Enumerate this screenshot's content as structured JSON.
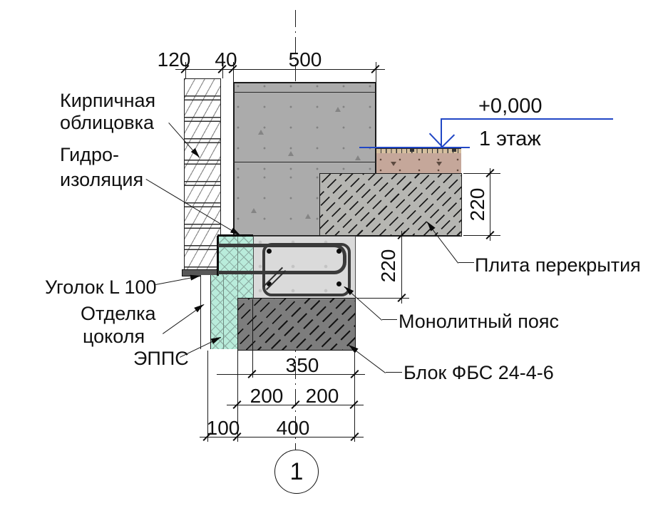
{
  "drawing": {
    "type": "construction wall-foundation detail section",
    "section_marker": "1",
    "level_mark": {
      "elevation": "+0,000",
      "floor_label": "1 этаж"
    },
    "material_labels": {
      "brick_cladding": [
        "Кирпичная",
        "облицовка"
      ],
      "waterproofing": [
        "Гидро-",
        "изоляция"
      ],
      "steel_angle": "Уголок L 100",
      "plinth_finish": [
        "Отделка",
        "цоколя"
      ],
      "xps": "ЭППС",
      "floor_slab": "Плита перекрытия",
      "monolithic_belt": "Монолитный пояс",
      "fbs_block": "Блок ФБС 24-4-6"
    },
    "dimensions_mm": {
      "brick_width": "120",
      "air_gap": "40",
      "wall_width": "500",
      "slab_thickness": "220",
      "belt_height": "220",
      "belt_width": "350",
      "belt_halves": [
        "200",
        "200"
      ],
      "left_offset": "100",
      "fbs_width": "400"
    },
    "colors": {
      "level_blue": "#2147c5",
      "wall_fill": "#ababab",
      "slab_fill": "#b6b6b2",
      "belt_fill": "#dadada",
      "fbs_fill": "#7d7d7d",
      "xps_fill": "#b9ecdb",
      "screed_fill": "#c5a79a",
      "tile_fill": "#d5bf9f",
      "line_color": "#1a1a1a"
    }
  }
}
